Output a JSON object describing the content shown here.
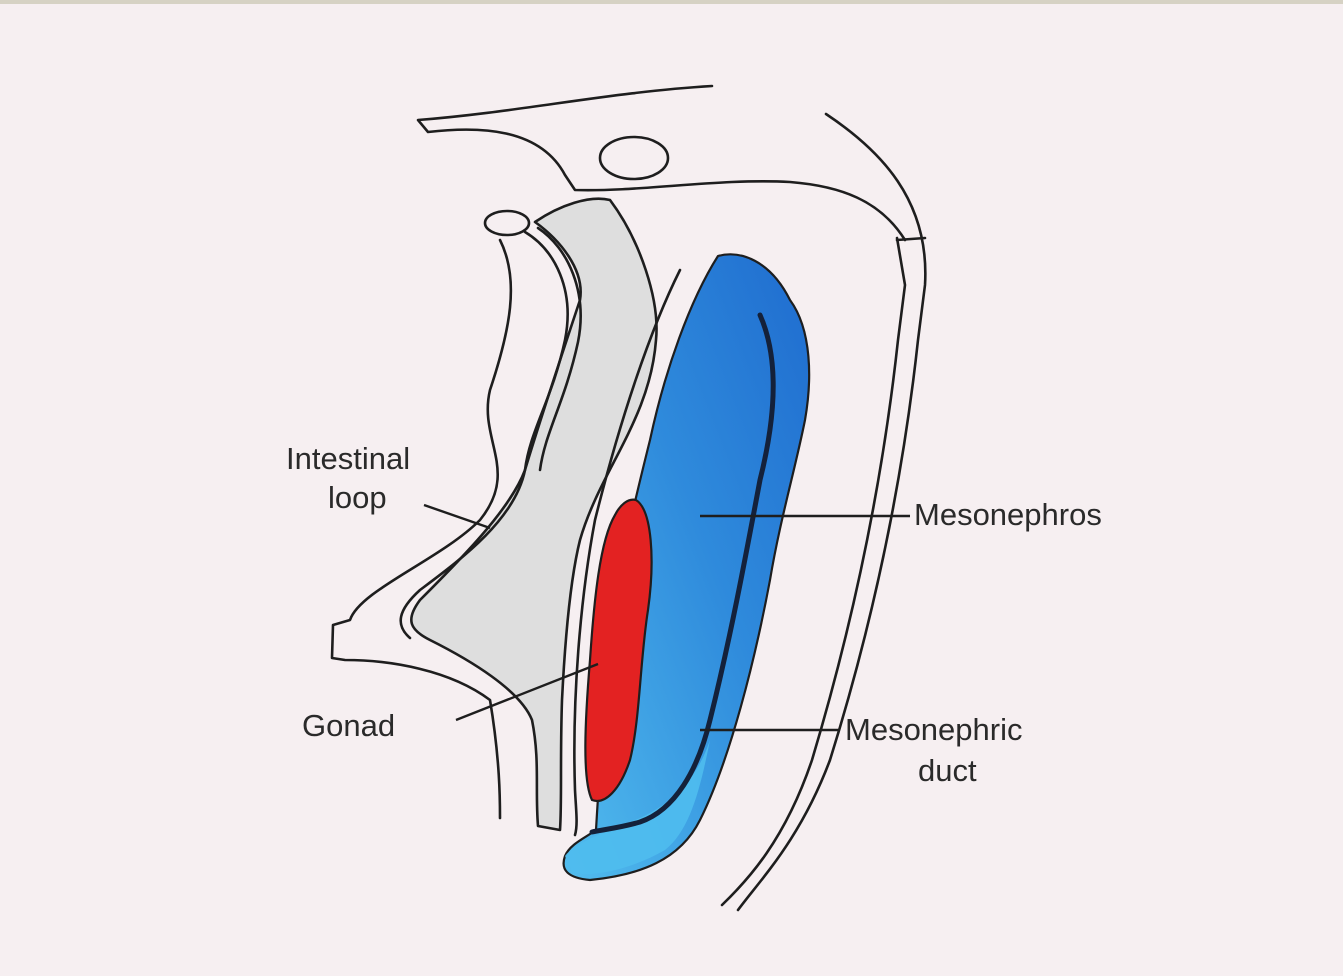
{
  "labels": {
    "intestinal_loop_line1": "Intestinal",
    "intestinal_loop_line2": "loop",
    "mesonephros": "Mesonephros",
    "gonad": "Gonad",
    "mesonephric_duct_line1": "Mesonephric",
    "mesonephric_duct_line2": "duct"
  },
  "colors": {
    "background": "#f6eff1",
    "outline": "#1e1e1e",
    "intestine_fill": "#dedede",
    "mesonephros_dark": "#1f6ccf",
    "mesonephros_light": "#4db5ea",
    "gonad": "#e32222"
  }
}
